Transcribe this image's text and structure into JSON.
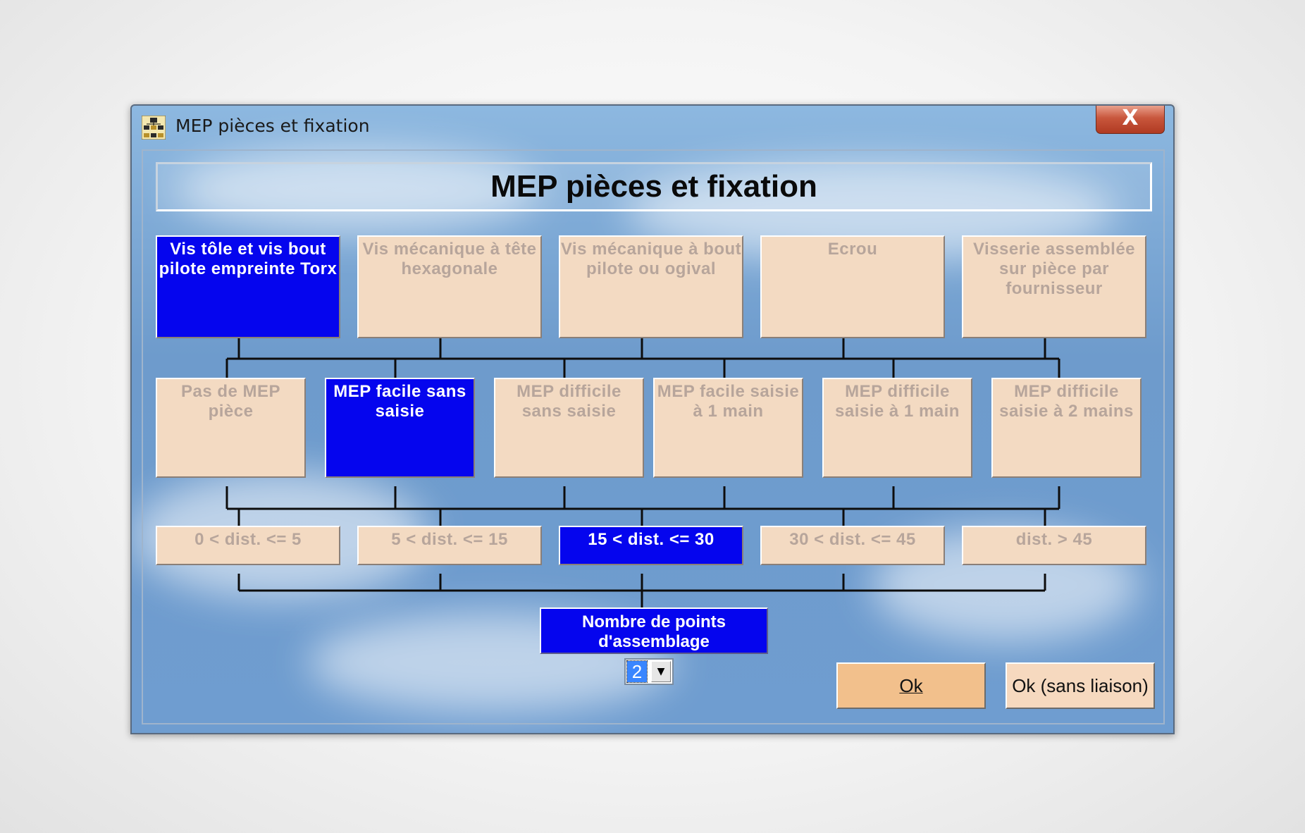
{
  "window": {
    "title": "MEP pièces et fixation",
    "close_label": "X"
  },
  "header": {
    "title": "MEP pièces et fixation"
  },
  "row1": [
    {
      "label": "Vis tôle et vis bout pilote empreinte Torx",
      "selected": true
    },
    {
      "label": "Vis mécanique à tête hexagonale",
      "selected": false
    },
    {
      "label": "Vis mécanique à bout pilote ou ogival",
      "selected": false
    },
    {
      "label": "Ecrou",
      "selected": false
    },
    {
      "label": "Visserie assemblée sur pièce par fournisseur",
      "selected": false
    }
  ],
  "row2": [
    {
      "label": "Pas de MEP pièce",
      "selected": false
    },
    {
      "label": "MEP facile sans saisie",
      "selected": true
    },
    {
      "label": "MEP difficile sans saisie",
      "selected": false
    },
    {
      "label": "MEP facile saisie à 1 main",
      "selected": false
    },
    {
      "label": "MEP difficile saisie à 1 main",
      "selected": false
    },
    {
      "label": "MEP difficile saisie à 2 mains",
      "selected": false
    }
  ],
  "row3": [
    {
      "label": "0 < dist. <= 5",
      "selected": false
    },
    {
      "label": "5 < dist. <= 15",
      "selected": false
    },
    {
      "label": "15 < dist. <= 30",
      "selected": true
    },
    {
      "label": "30 < dist. <= 45",
      "selected": false
    },
    {
      "label": "dist. > 45",
      "selected": false
    }
  ],
  "assembly": {
    "label": "Nombre de points d'assemblage",
    "value": "2"
  },
  "buttons": {
    "ok": "Ok",
    "ok_no_link": "Ok (sans liaison)"
  },
  "colors": {
    "selected": "#0505ee",
    "unselected": "#f3dac2",
    "unselected_text": "#b7a59b",
    "ok_button": "#f2c08c"
  }
}
